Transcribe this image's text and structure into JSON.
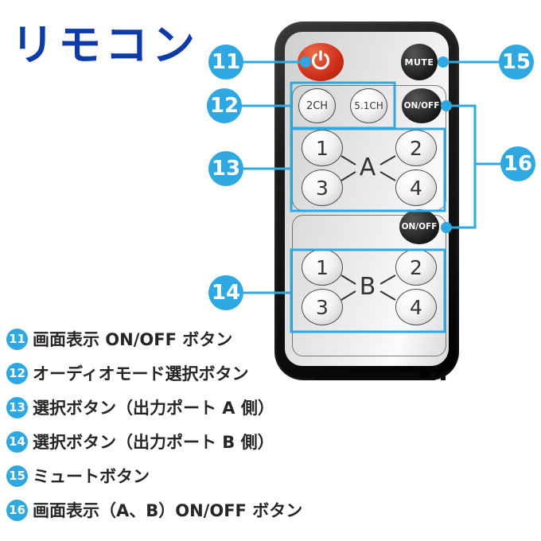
{
  "title": "リモコン",
  "colors": {
    "accent_blue": "#2fa8e1",
    "title_blue": "#0c3aa6",
    "power_red": "#cd2f17",
    "panel_gray": "#e2e2e2",
    "body_black": "#111111"
  },
  "remote": {
    "power_icon": "power-icon",
    "mute_label": "MUTE",
    "ch2_label": "2CH",
    "ch51_label": "5.1CH",
    "onoff_top_label": "ON/OFF",
    "onoff_bottom_label": "ON/OFF",
    "group_a": {
      "letter": "A",
      "buttons": [
        "1",
        "2",
        "3",
        "4"
      ]
    },
    "group_b": {
      "letter": "B",
      "buttons": [
        "1",
        "2",
        "3",
        "4"
      ]
    }
  },
  "callouts": [
    {
      "num": "11"
    },
    {
      "num": "12"
    },
    {
      "num": "13"
    },
    {
      "num": "14"
    },
    {
      "num": "15"
    },
    {
      "num": "16"
    }
  ],
  "legend": [
    {
      "num": "11",
      "text": "画面表示 ON/OFF ボタン"
    },
    {
      "num": "12",
      "text": "オーディオモード選択ボタン"
    },
    {
      "num": "13",
      "text": "選択ボタン（出力ポート A 側）"
    },
    {
      "num": "14",
      "text": "選択ボタン（出力ポート B 側）"
    },
    {
      "num": "15",
      "text": "ミュートボタン"
    },
    {
      "num": "16",
      "text": "画面表示（A、B）ON/OFF ボタン"
    }
  ]
}
